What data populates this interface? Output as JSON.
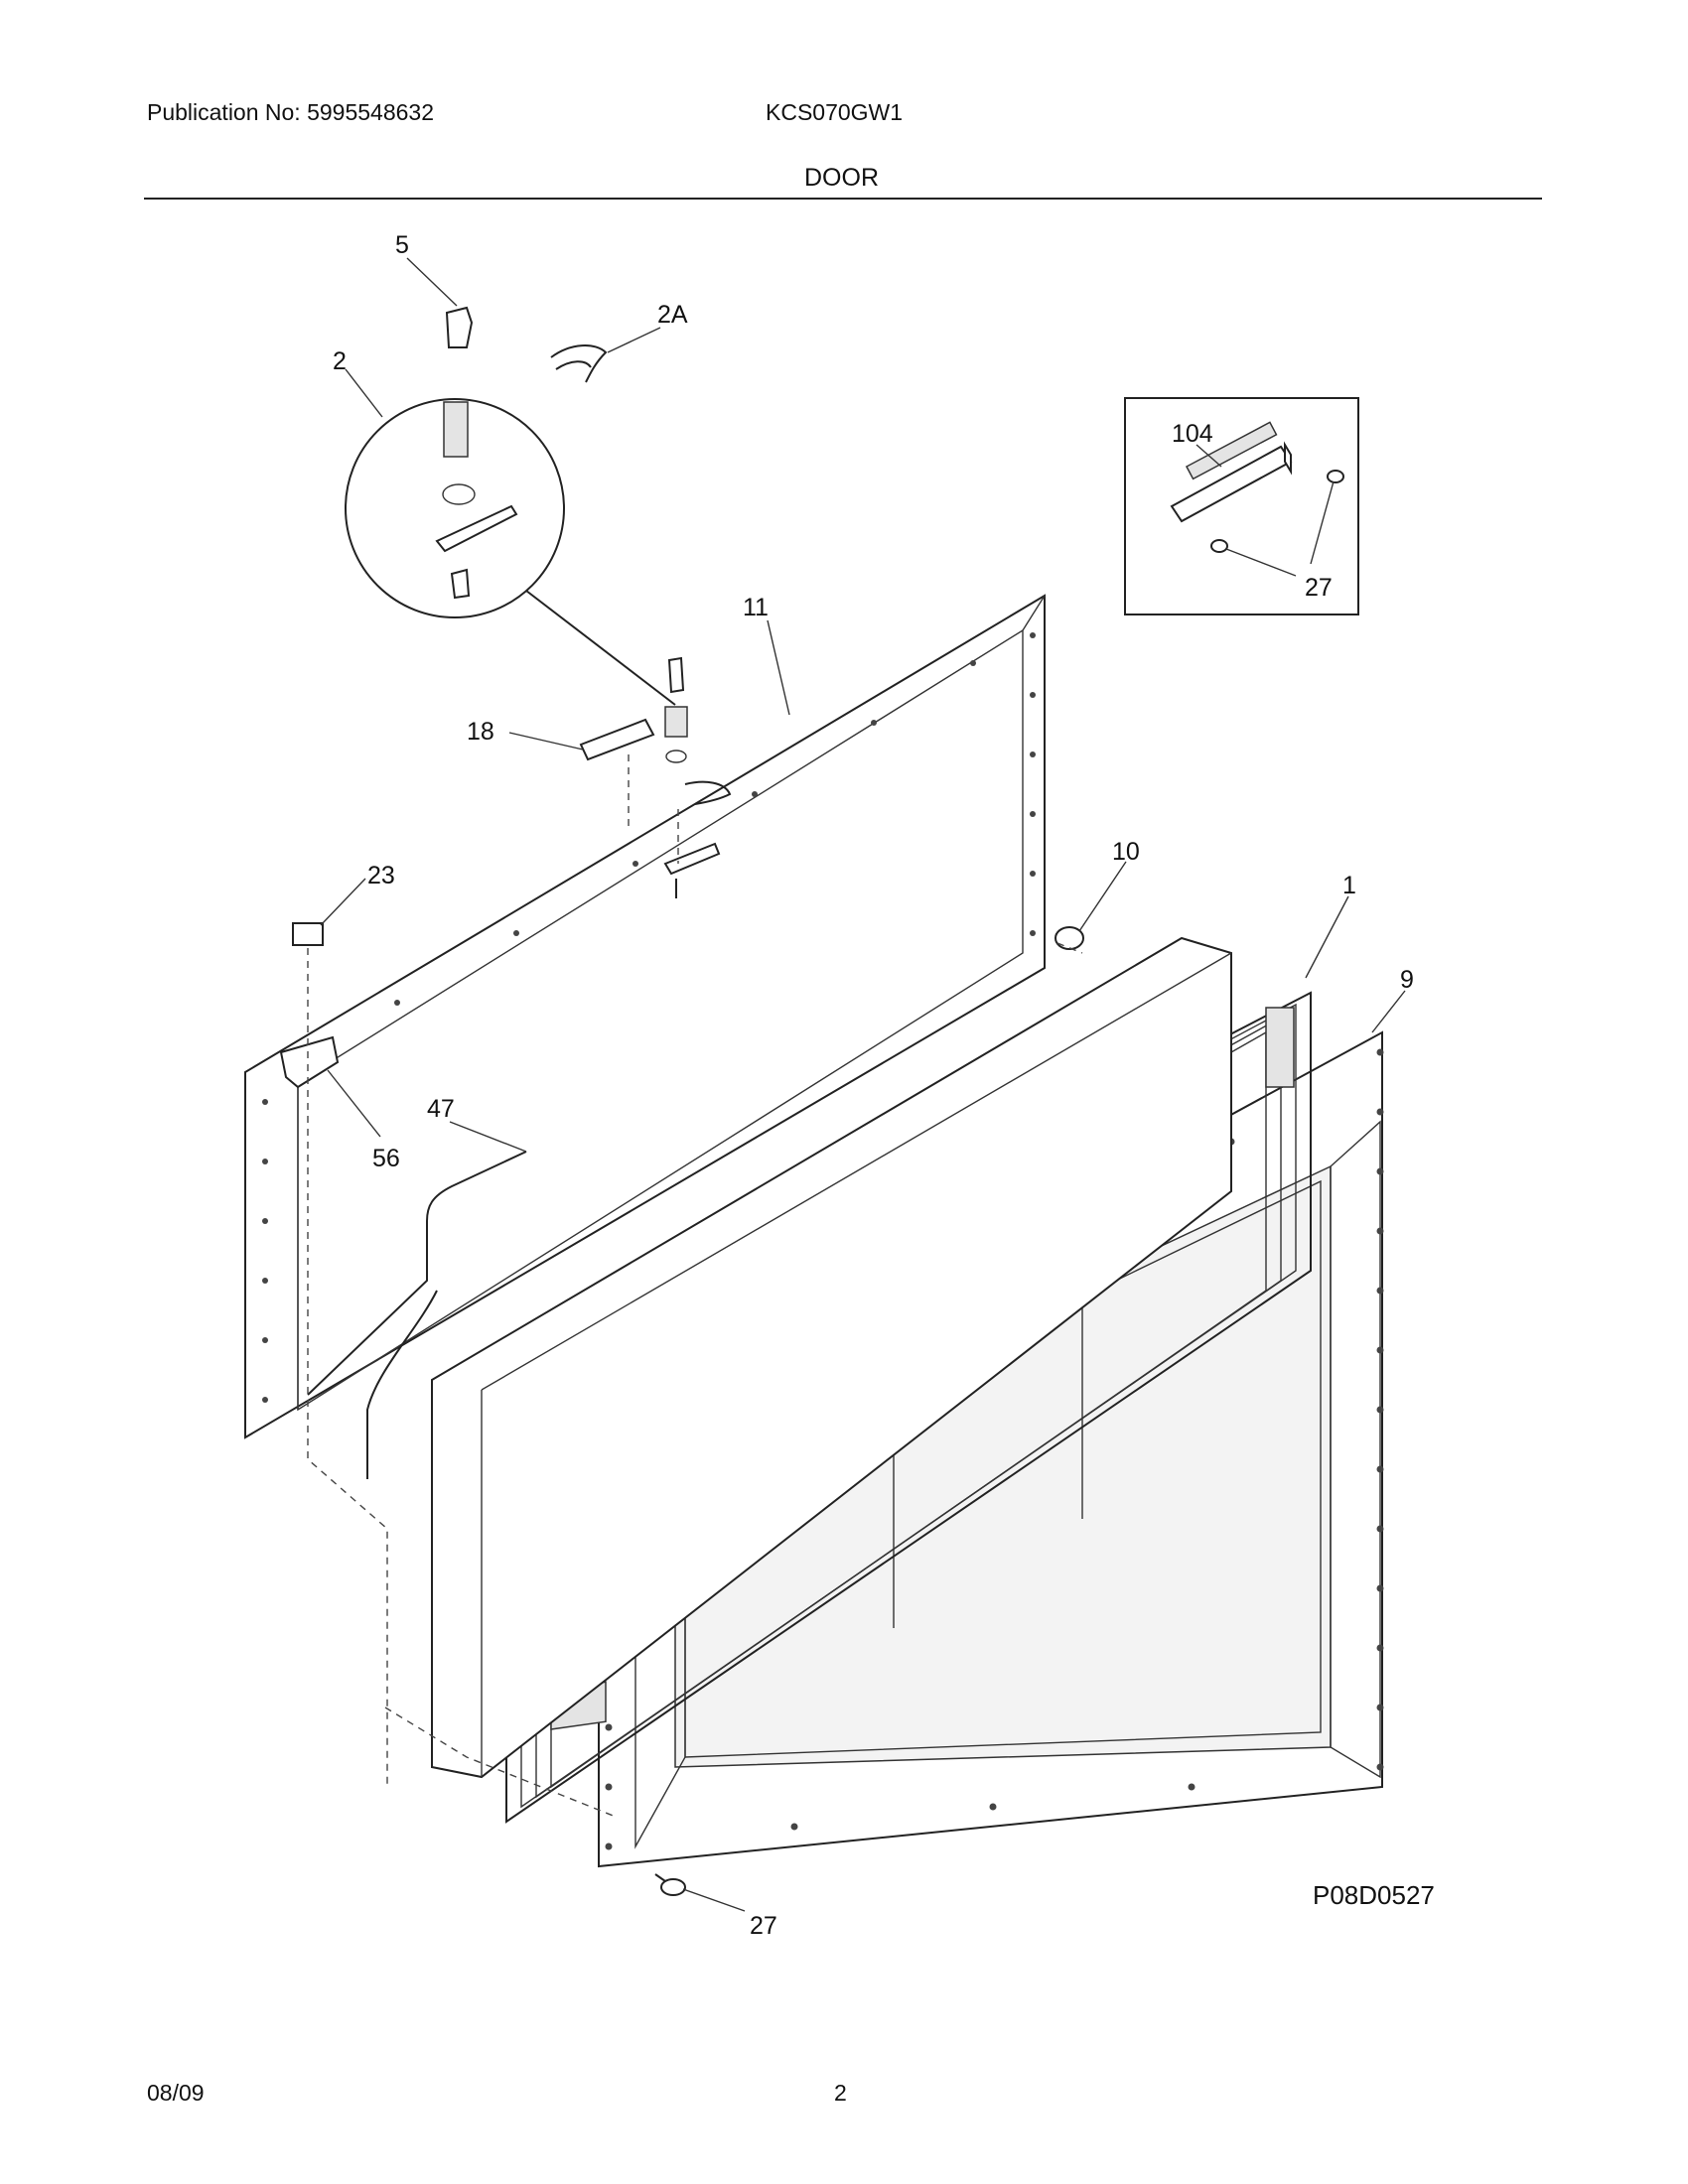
{
  "header": {
    "publication": "Publication No: 5995548632",
    "model": "KCS070GW1",
    "section_title": "DOOR"
  },
  "diagram": {
    "callouts": {
      "c5": "5",
      "c2": "2",
      "c2a": "2A",
      "c11": "11",
      "c18": "18",
      "c23": "23",
      "c10": "10",
      "c1": "1",
      "c9": "9",
      "c47": "47",
      "c56": "56",
      "c27_bottom": "27"
    },
    "inset": {
      "c104": "104",
      "c27": "27"
    },
    "drawing_code": "P08D0527"
  },
  "footer": {
    "date": "08/09",
    "page": "2"
  }
}
